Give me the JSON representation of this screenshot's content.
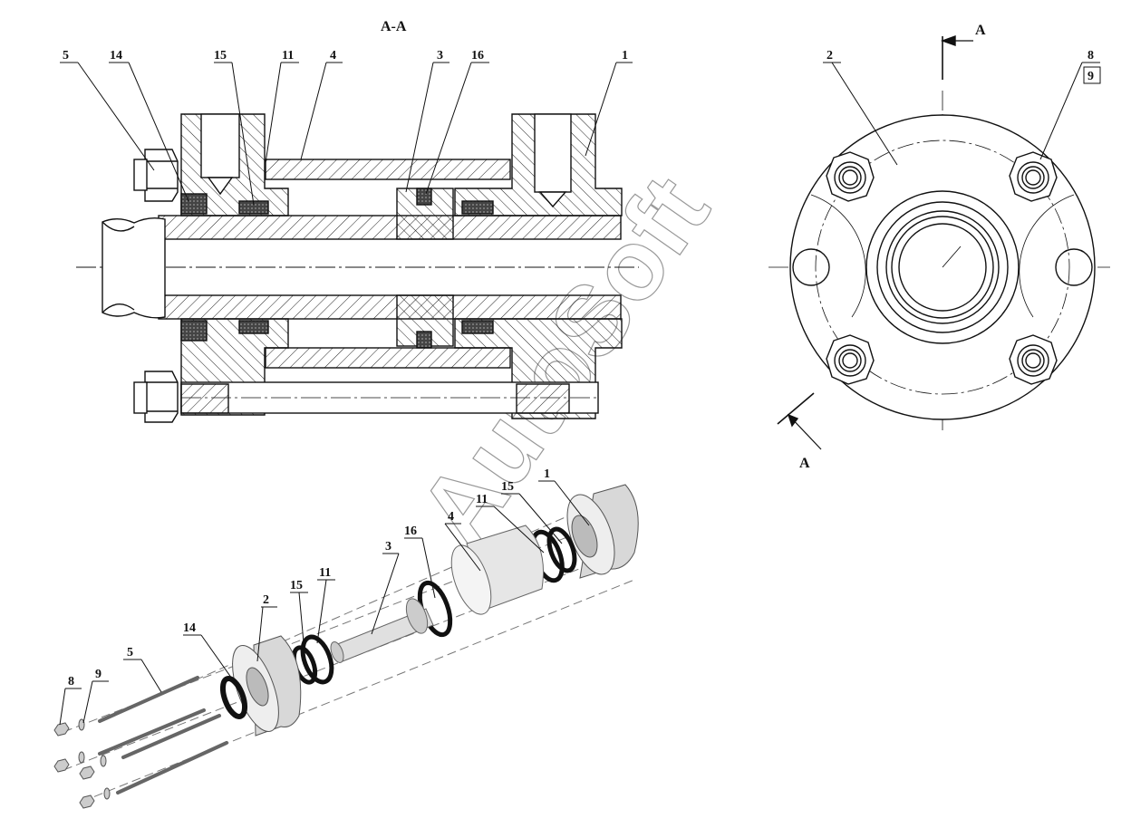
{
  "section_title": "A-A",
  "section_marks": [
    "A",
    "A"
  ],
  "watermark": "AutoSoft",
  "section_callouts": [
    "5",
    "14",
    "15",
    "11",
    "4",
    "3",
    "16",
    "1"
  ],
  "end_view_callouts": [
    "2",
    "8",
    "9"
  ],
  "exploded_callouts": [
    "1",
    "15",
    "11",
    "4",
    "16",
    "3",
    "15",
    "11",
    "2",
    "14",
    "5",
    "9",
    "8"
  ]
}
